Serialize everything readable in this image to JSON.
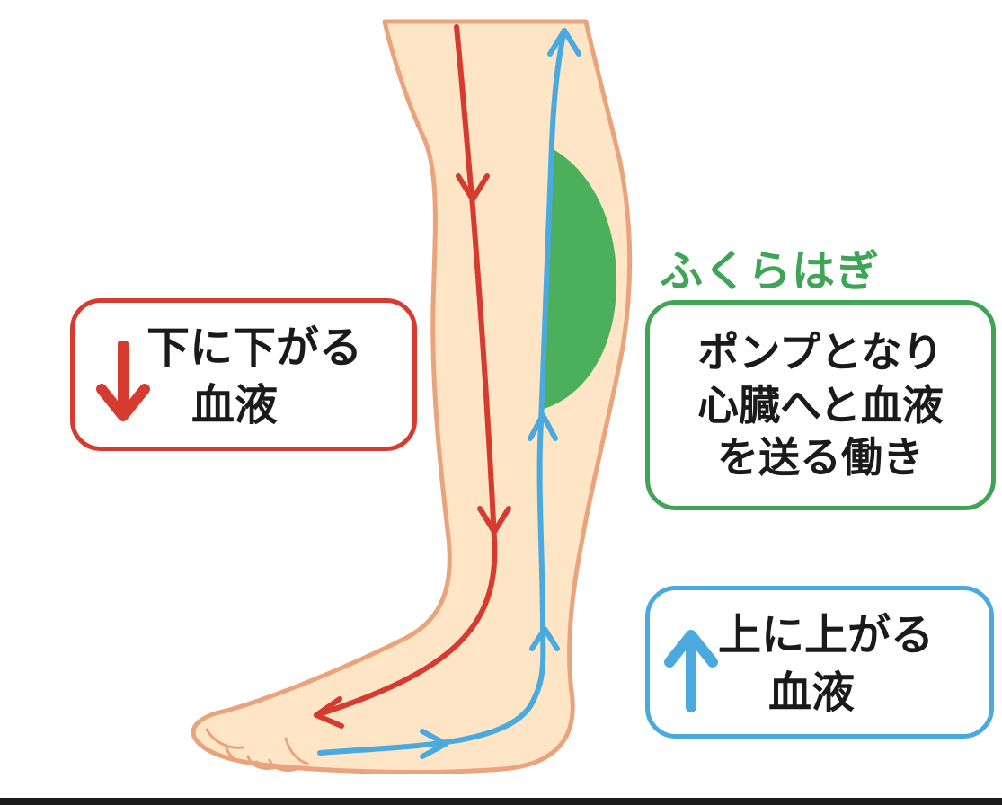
{
  "calf_label": "ふくらはぎ",
  "down_box": {
    "line1": "下に下がる",
    "line2": "血液"
  },
  "up_box": {
    "line1": "上に上がる",
    "line2": "血液"
  },
  "calf_box": {
    "line1": "ポンプとなり",
    "line2": "心臓へと血液",
    "line3": "を送る働き"
  },
  "colors": {
    "skin": "#fde5c5",
    "skin_outline": "#e9a47d",
    "vein_down": "#d63b30",
    "vein_up": "#4aa9df",
    "calf_muscle": "#4caf5c",
    "calf_green": "#3fa455"
  },
  "icons": {
    "down": "down-arrow-icon",
    "up": "up-arrow-icon"
  }
}
